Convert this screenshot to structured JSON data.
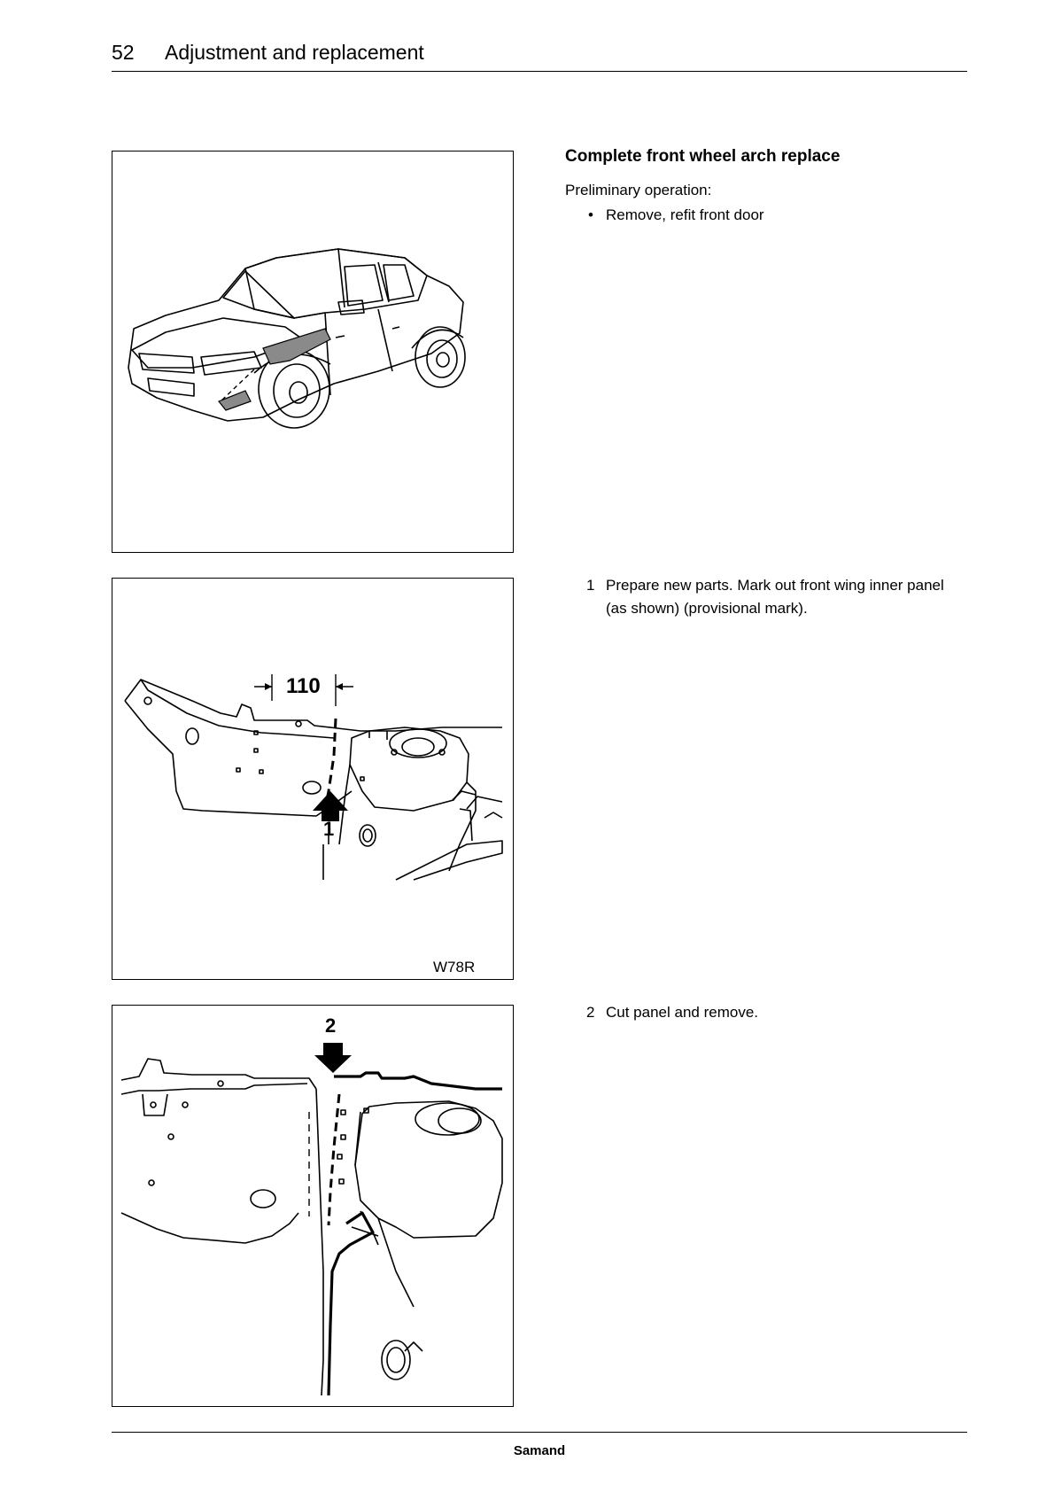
{
  "header": {
    "page_number": "52",
    "title": "Adjustment and replacement"
  },
  "section": {
    "title": "Complete front wheel arch replace",
    "preliminary_label": "Preliminary operation:",
    "preliminary_items": [
      "Remove, refit front door"
    ]
  },
  "steps": [
    {
      "number": "1",
      "text": "Prepare new parts.  Mark out front wing inner panel (as shown) (provisional mark)."
    },
    {
      "number": "2",
      "text": "Cut panel and remove."
    }
  ],
  "figures": {
    "fig2": {
      "dimension": "110",
      "callout": "1",
      "code": "W78R"
    },
    "fig3": {
      "callout": "2"
    }
  },
  "footer": {
    "brand": "Samand"
  }
}
